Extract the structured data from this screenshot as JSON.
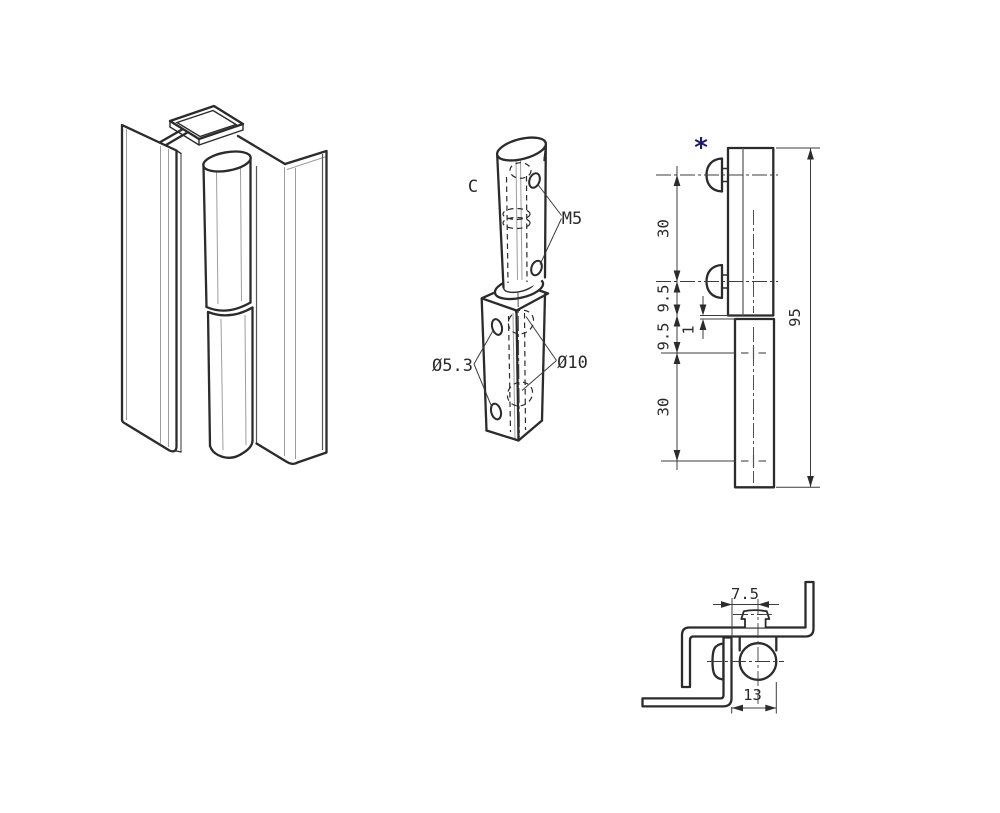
{
  "drawing": {
    "background": "#ffffff",
    "ink_color": "#2b2b2b",
    "marker_color": "#1b1b70",
    "detail_view": {
      "label_c": "C",
      "label_thread": "M5",
      "label_hole_small": "Ø5.3",
      "label_hole_large": "Ø10"
    },
    "side_view": {
      "note_marker": "*",
      "dim_top_span": "30",
      "dim_upper_offset": "9.5",
      "dim_lower_offset": "9.5",
      "dim_gap": "1",
      "dim_bottom_span": "30",
      "dim_overall_height": "95"
    },
    "top_view": {
      "dim_pin_offset": "7.5",
      "dim_depth": "13"
    }
  }
}
